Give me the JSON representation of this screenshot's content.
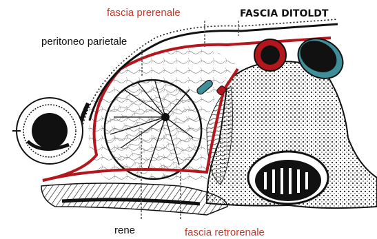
{
  "labels": {
    "fascia_prerenale": "fascia prerenale",
    "fascia_ditoldt": "FASCIA DITOLDT",
    "peritoneo_parietale": "peritoneo parietale",
    "rene": "rene",
    "fascia_retrorenale": "fascia retrorenale"
  },
  "colors": {
    "fascia_red": "#b3161c",
    "label_red": "#c0392b",
    "ink": "#111111",
    "vessel_teal": "#3f8f9a"
  }
}
